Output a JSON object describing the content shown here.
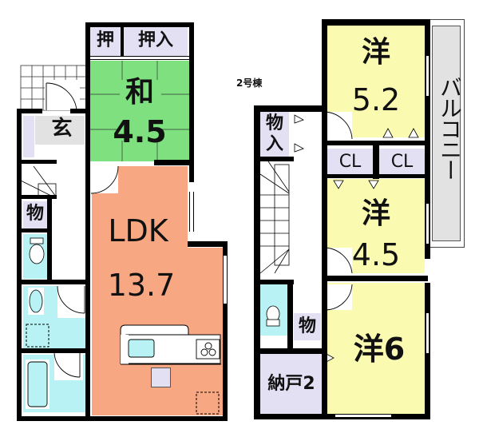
{
  "title": "2号棟",
  "colors": {
    "japanese_room": "#7ee07e",
    "ldk": "#f7a882",
    "western_room": "#fafab0",
    "storage": "#e3e0f4",
    "wet_area": "#b8f2f4",
    "entrance": "#e2e2e2",
    "balcony": "#e2e2e2",
    "wall": "#000000"
  },
  "floor1": {
    "rooms": {
      "oshi": "押",
      "oshiire": "押入",
      "washitsu_name": "和",
      "washitsu_size": "4.5",
      "genkan": "玄",
      "mono": "物",
      "ldk_name": "LDK",
      "ldk_size": "13.7"
    }
  },
  "floor2": {
    "rooms": {
      "mono_ire_1": "物",
      "mono_ire_2": "入",
      "yo1_name": "洋",
      "yo1_size": "5.2",
      "cl1": "CL",
      "cl2": "CL",
      "yo2_name": "洋",
      "yo2_size": "4.5",
      "mono": "物",
      "yo3_label": "洋6",
      "nando": "納戸2",
      "balcony": "バルコニー"
    }
  }
}
